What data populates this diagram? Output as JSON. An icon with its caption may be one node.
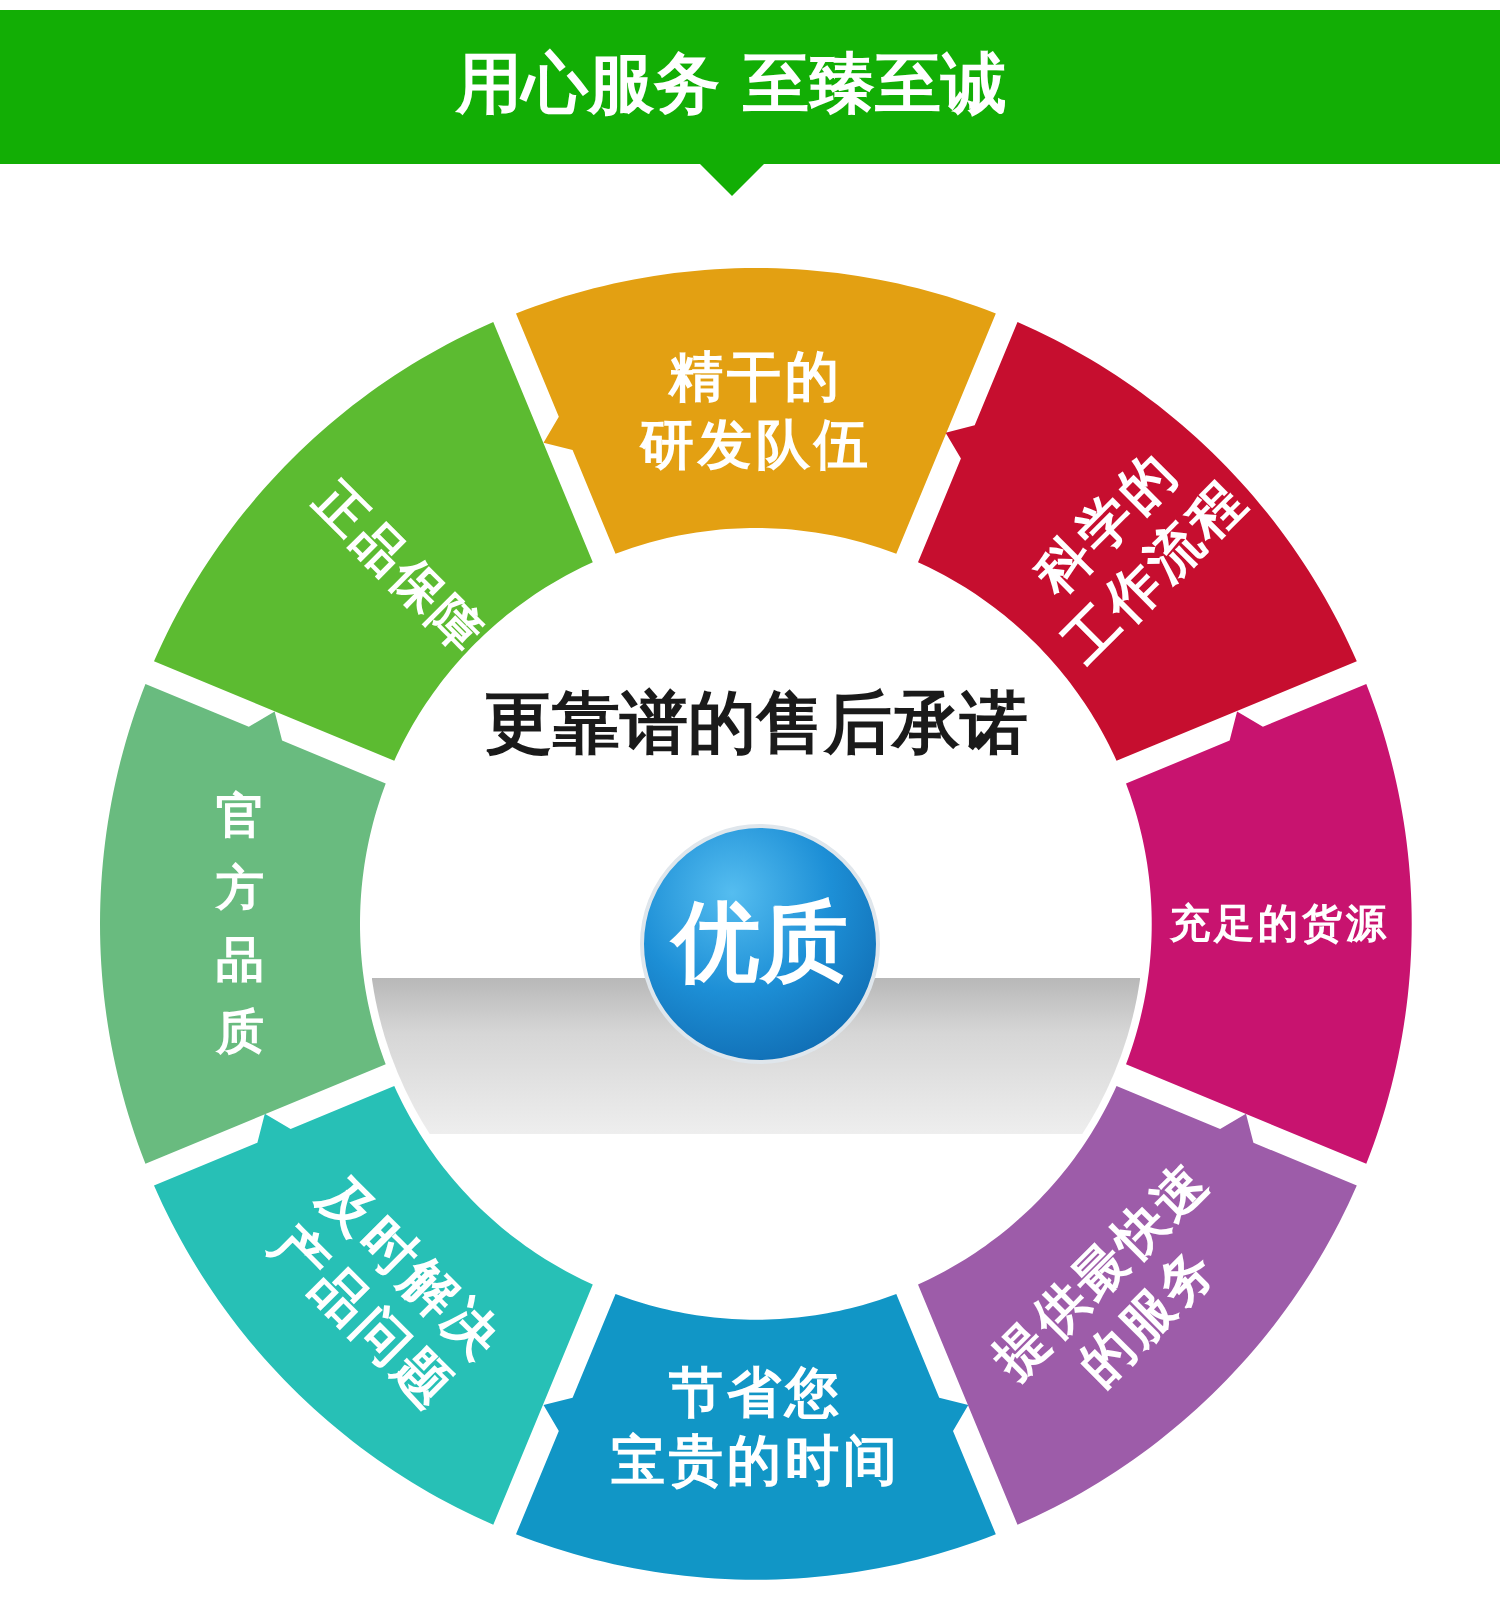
{
  "diagram": {
    "title": "用心服务 至臻至诚",
    "nodes": [
      {
        "text": [
          "精干的研发队伍"
        ]
      },
      {
        "text": [
          "科学的工作流程"
        ]
      },
      {
        "text": [
          "充足的货源"
        ]
      },
      {
        "text": [
          "提供最快速的服务"
        ]
      },
      {
        "text": [
          "节省您宝贵的时间"
        ]
      },
      {
        "text": [
          "及时解决产品问题"
        ]
      },
      {
        "text": [
          "官方品质"
        ]
      },
      {
        "text": [
          "正品保障"
        ]
      },
      {
        "text": [
          "优质"
        ]
      }
    ],
    "labels": [
      "更靠谱的售后承诺"
    ]
  }
}
